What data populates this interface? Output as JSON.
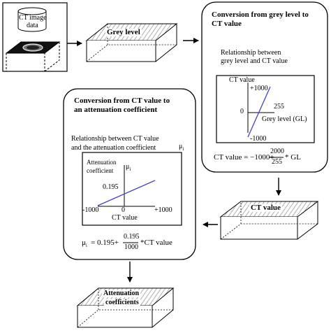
{
  "input": {
    "cylinder_label_line1": "CT image",
    "cylinder_label_line2": "data"
  },
  "blocks": {
    "grey_level": "Grey level",
    "ct_value": "CT value",
    "attenuation_line1": "Attenuation",
    "attenuation_line2": "coefficients"
  },
  "panel_grey_to_ct": {
    "title_line1": "Conversion from grey level to",
    "title_line2": "CT value",
    "subtitle_line1": "Relationship between",
    "subtitle_line2": "grey level and CT value",
    "graph": {
      "y_axis_label": "CT value",
      "y_max_label": "+1000",
      "y_min_label": "-1000",
      "origin_label": "0",
      "x_max_label": "255",
      "x_axis_label": "Grey level (GL)"
    },
    "formula": {
      "lhs": "CT  value = −1000+",
      "frac_num": "2000",
      "frac_den": "255",
      "rhs": "* GL"
    }
  },
  "panel_ct_to_atten": {
    "title_line1": "Conversion from CT value to",
    "title_line2": "an attenuation coefficient",
    "subtitle_line1": "Relationship between CT value",
    "subtitle_line2": "and the attenuation coefficient",
    "mu_symbol": "μ",
    "mu_subscript": "i",
    "graph": {
      "y_label_line1": "Attenuation",
      "y_label_line2": "coefficient",
      "y_value_label": "0.195",
      "x_min_label": "-1000",
      "origin_label": "0",
      "x_max_label": "+1000",
      "x_axis_label": "CT value"
    },
    "formula": {
      "lhs": "= 0.195+",
      "frac_num": "0.195",
      "frac_den": "1000",
      "rhs": "*CT  value"
    }
  },
  "colors": {
    "line": "#000000",
    "relationship_line": "#4444cc",
    "surface_hatch": "#9a9a9a",
    "background": "#ffffff"
  }
}
